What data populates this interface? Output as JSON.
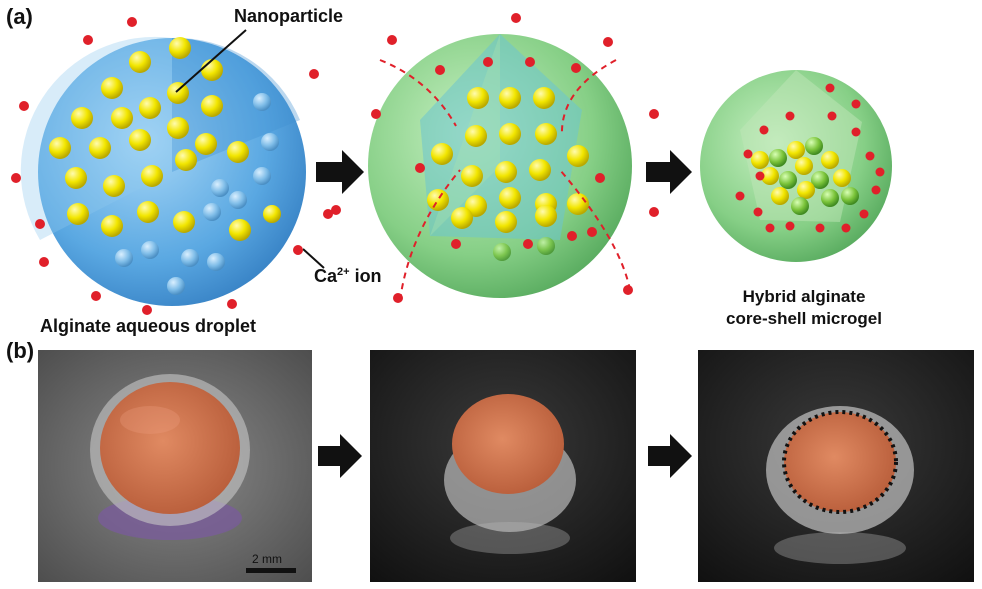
{
  "panel_a": {
    "label": "(a)",
    "nanoparticle_label": "Nanoparticle",
    "ion_label_prefix": "Ca",
    "ion_label_sup": "2+",
    "ion_label_suffix": " ion",
    "droplet_caption": "Alginate aqueous droplet",
    "microgel_caption_line1": "Hybrid alginate",
    "microgel_caption_line2": "core-shell microgel"
  },
  "panel_b": {
    "label": "(b)",
    "scale_bar_label": "2 mm"
  },
  "colors": {
    "droplet_blue": "#6fb4e6",
    "gel_green": "#8fd68f",
    "ion_red": "#e0202a",
    "particle_yellow": "#f2e600",
    "arrow": "#111111",
    "photo_orange": "#c9704a"
  },
  "icons": {
    "process_arrow": "right-arrow-icon"
  }
}
